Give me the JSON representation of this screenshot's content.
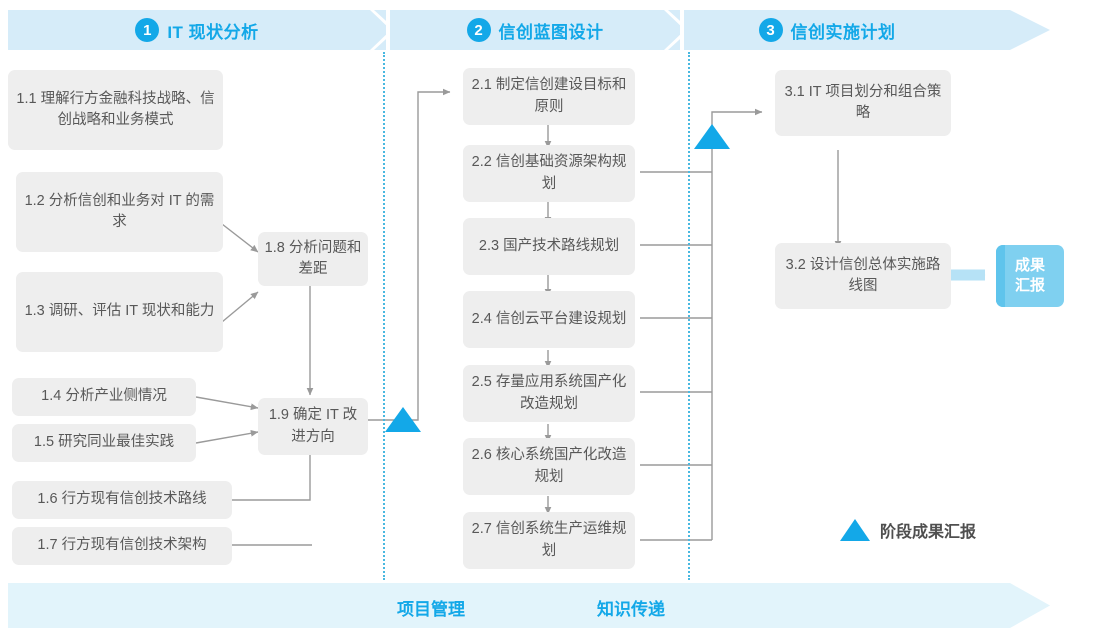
{
  "header": {
    "phases": [
      {
        "num": "1",
        "title": "IT 现状分析"
      },
      {
        "num": "2",
        "title": "信创蓝图设计"
      },
      {
        "num": "3",
        "title": "信创实施计划"
      }
    ]
  },
  "phase1": {
    "inputs": [
      {
        "id": "1.1",
        "text": "1.1 理解行方金融科技战略、信创战略和业务模式"
      },
      {
        "id": "1.2",
        "text": "1.2 分析信创和业务对 IT 的需求"
      },
      {
        "id": "1.3",
        "text": "1.3 调研、评估 IT 现状和能力"
      },
      {
        "id": "1.4",
        "text": "1.4 分析产业侧情况"
      },
      {
        "id": "1.5",
        "text": "1.5 研究同业最佳实践"
      },
      {
        "id": "1.6",
        "text": "1.6 行方现有信创技术路线"
      },
      {
        "id": "1.7",
        "text": "1.7 行方现有信创技术架构"
      }
    ],
    "synth": [
      {
        "id": "1.8",
        "text": "1.8 分析问题和差距"
      },
      {
        "id": "1.9",
        "text": "1.9 确定 IT 改进方向"
      }
    ]
  },
  "phase2": {
    "steps": [
      {
        "id": "2.1",
        "text": "2.1 制定信创建设目标和原则"
      },
      {
        "id": "2.2",
        "text": "2.2 信创基础资源架构规划"
      },
      {
        "id": "2.3",
        "text": "2.3 国产技术路线规划"
      },
      {
        "id": "2.4",
        "text": "2.4 信创云平台建设规划"
      },
      {
        "id": "2.5",
        "text": "2.5 存量应用系统国产化改造规划"
      },
      {
        "id": "2.6",
        "text": "2.6 核心系统国产化改造规划"
      },
      {
        "id": "2.7",
        "text": "2.7 信创系统生产运维规划"
      }
    ]
  },
  "phase3": {
    "steps": [
      {
        "id": "3.1",
        "text": "3.1 IT 项目划分和组合策略"
      },
      {
        "id": "3.2",
        "text": "3.2 设计信创总体实施路线图"
      }
    ],
    "result_badge": "成果汇报"
  },
  "legend": {
    "label": "阶段成果汇报",
    "icon": "triangle-icon"
  },
  "footer": {
    "items": [
      "项目管理",
      "知识传递"
    ]
  },
  "colors": {
    "accent": "#13a8e8",
    "band": "#d6ecf9",
    "box": "#eeeeee",
    "badge": "#7fd0f0",
    "footband": "#e2f4fb",
    "connector": "#9a9a9a",
    "divider": "#49b8e0"
  }
}
